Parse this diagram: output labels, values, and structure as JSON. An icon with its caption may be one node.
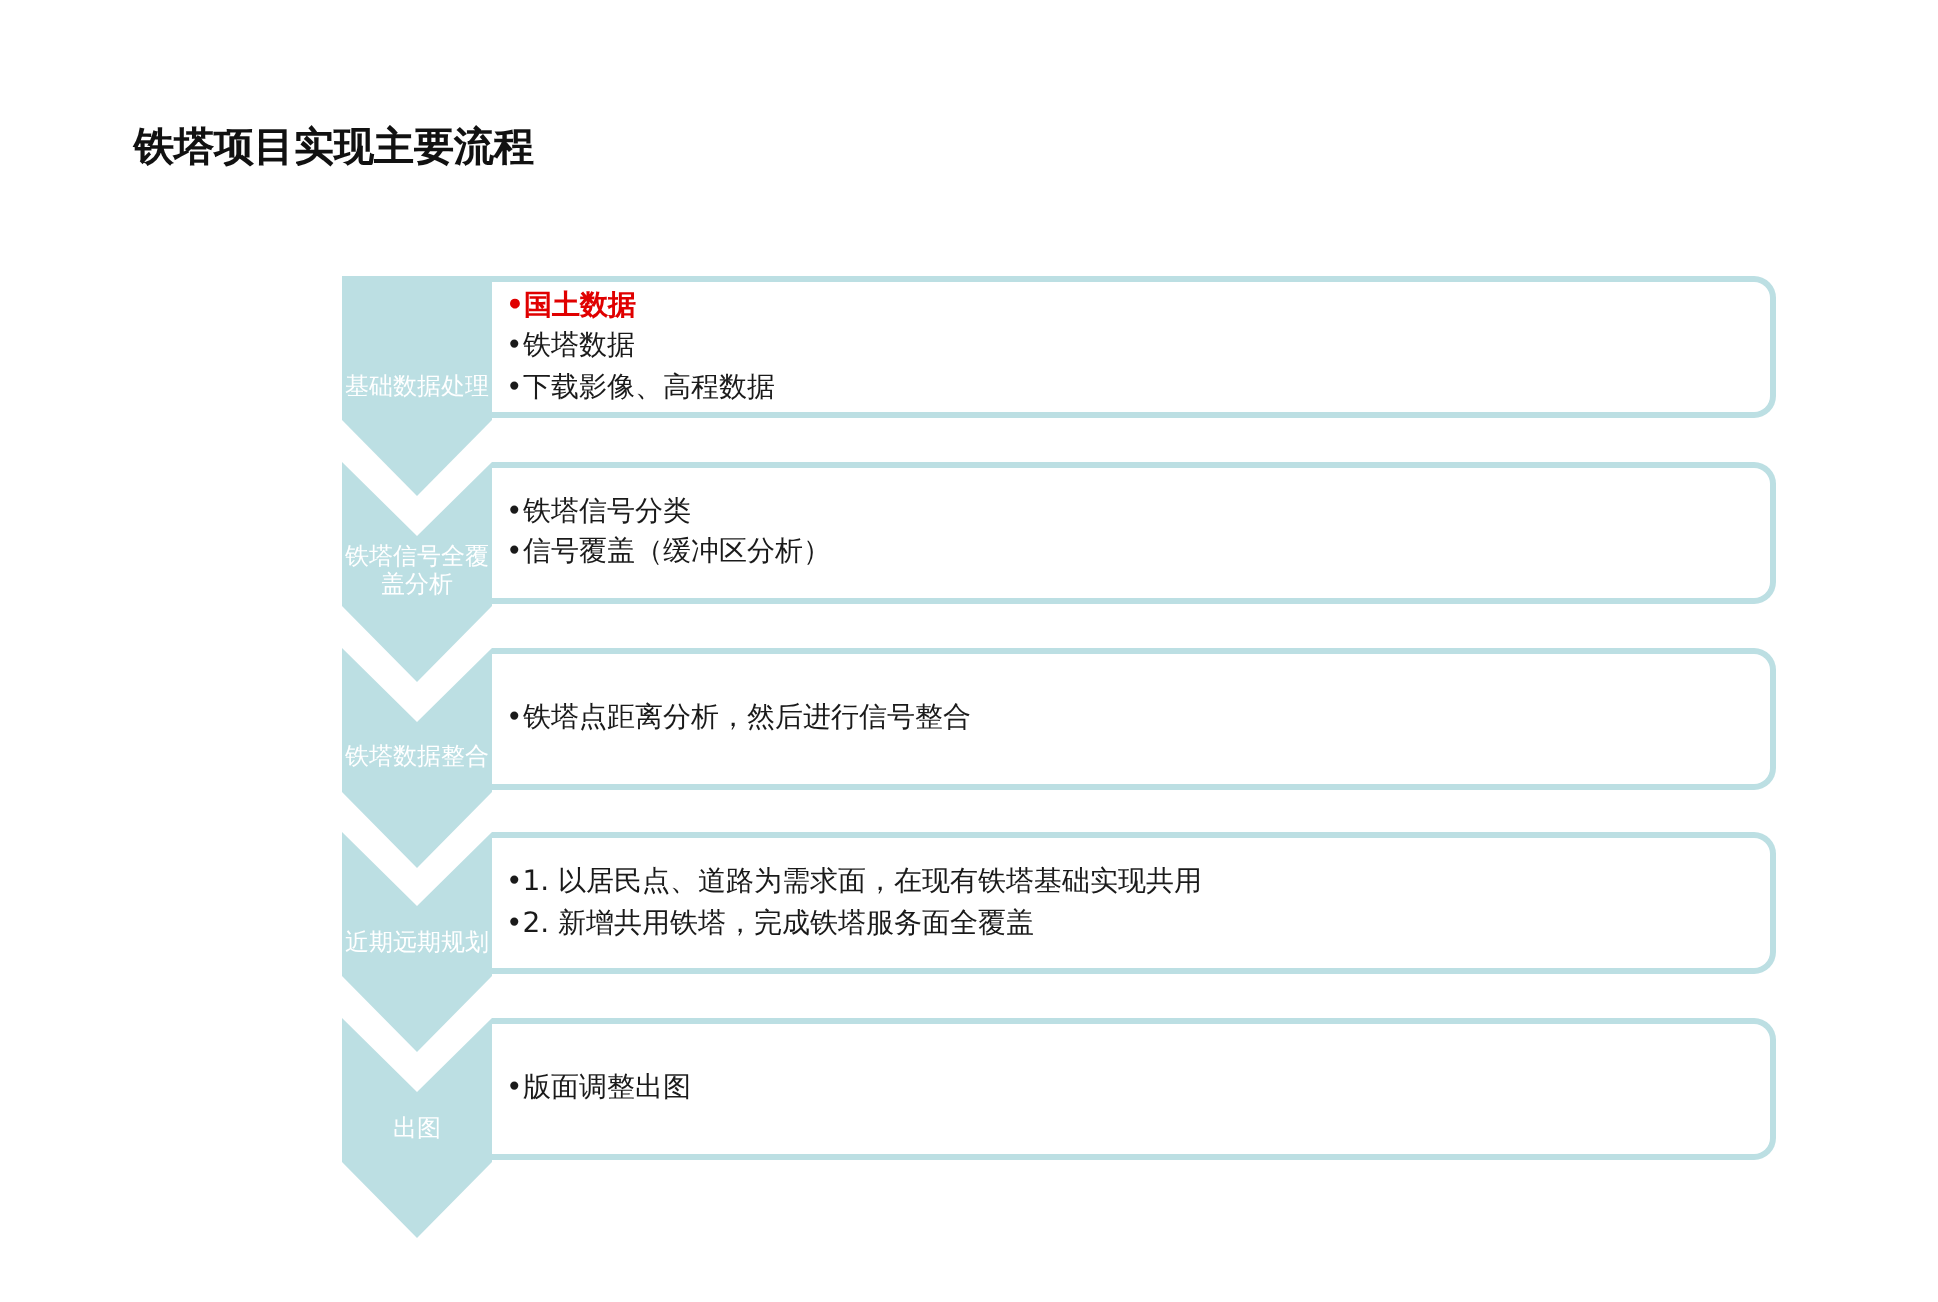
{
  "diagram": {
    "title": "铁塔项目实现主要流程",
    "nodes": [
      {
        "text": [
          "基础数据处理"
        ]
      },
      {
        "text": [
          "•国土数据",
          "•铁塔数据",
          "•下载影像、高程数据"
        ]
      },
      {
        "text": [
          "铁塔信号全覆盖分析"
        ]
      },
      {
        "text": [
          "•铁塔信号分类",
          "•信号覆盖（缓冲区分析）"
        ]
      },
      {
        "text": [
          "铁塔数据整合"
        ]
      },
      {
        "text": [
          "•铁塔点距离分析，然后进行信号整合"
        ]
      },
      {
        "text": [
          "近期远期规划"
        ]
      },
      {
        "text": [
          "•1. 以居民点、道路为需求面，在现有铁塔基础实现共用",
          "•2. 新增共用铁塔，完成铁塔服务面全覆盖"
        ]
      },
      {
        "text": [
          "出图"
        ]
      },
      {
        "text": [
          "•版面调整出图"
        ]
      }
    ]
  }
}
